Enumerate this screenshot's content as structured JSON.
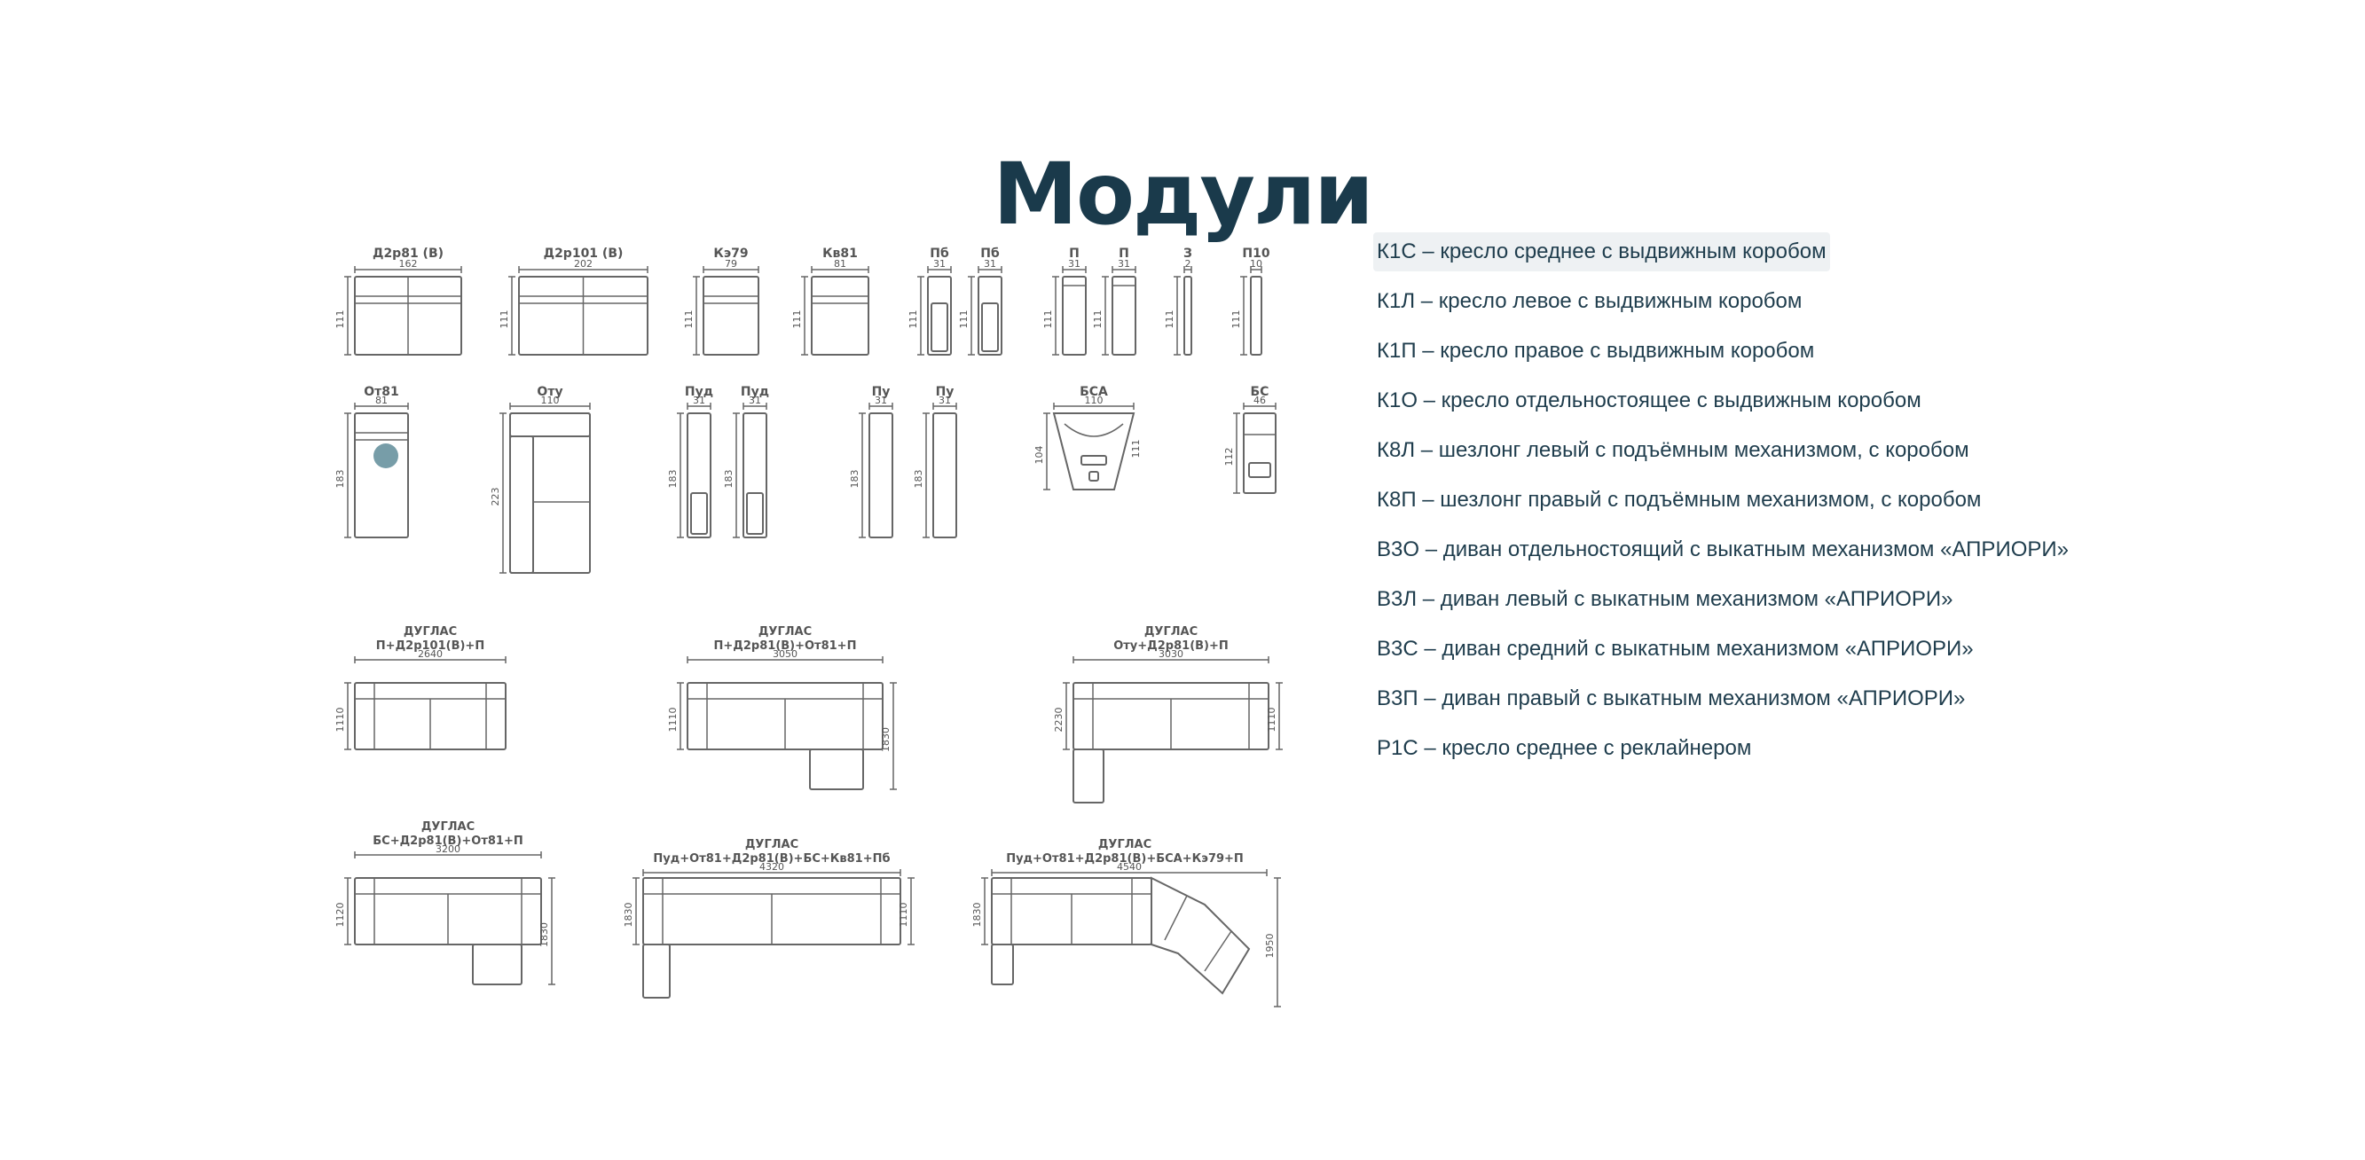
{
  "page": {
    "title": "Модули"
  },
  "modules": [
    {
      "label": "К1С – кресло среднее с выдвижным коробом",
      "active": true
    },
    {
      "label": "К1Л – кресло левое с выдвижным коробом",
      "active": false
    },
    {
      "label": "К1П – кресло правое с выдвижным коробом",
      "active": false
    },
    {
      "label": "К1О – кресло отдельностоящее с выдвижным коробом",
      "active": false
    },
    {
      "label": "К8Л – шезлонг левый с подъёмным механизмом, с коробом",
      "active": false
    },
    {
      "label": "К8П – шезлонг правый с подъёмным механизмом, с коробом",
      "active": false
    },
    {
      "label": "В3О – диван отдельностоящий с выкатным механизмом «АПРИОРИ»",
      "active": false
    },
    {
      "label": "В3Л – диван левый с выкатным механизмом «АПРИОРИ»",
      "active": false
    },
    {
      "label": "В3С – диван средний с выкатным механизмом «АПРИОРИ»",
      "active": false
    },
    {
      "label": "В3П – диван правый с выкатным механизмом «АПРИОРИ»",
      "active": false
    },
    {
      "label": "Р1С – кресло среднее с реклайнером",
      "active": false
    }
  ],
  "drawing": {
    "modules_row1": [
      {
        "name": "Д2р81 (В)",
        "width": "162",
        "depth": "111"
      },
      {
        "name": "Д2р101 (В)",
        "width": "202",
        "depth": "111"
      },
      {
        "name": "Кэ79",
        "width": "79",
        "depth": "111"
      },
      {
        "name": "Кв81",
        "width": "81",
        "depth": "111"
      },
      {
        "name": "Пб",
        "width": "31",
        "depth": "111"
      },
      {
        "name": "Пб",
        "width": "31",
        "depth": "111"
      },
      {
        "name": "П",
        "width": "31",
        "depth": "111"
      },
      {
        "name": "П",
        "width": "31",
        "depth": "111"
      },
      {
        "name": "З",
        "width": "2",
        "depth": "111"
      },
      {
        "name": "П10",
        "width": "10",
        "depth": "111"
      }
    ],
    "modules_row2": [
      {
        "name": "От81",
        "width": "81",
        "depth": "183"
      },
      {
        "name": "Оту",
        "width": "110",
        "depth": "223"
      },
      {
        "name": "Пуд",
        "width": "31",
        "depth": "183"
      },
      {
        "name": "Пуд",
        "width": "31",
        "depth": "183"
      },
      {
        "name": "Пу",
        "width": "31",
        "depth": "183"
      },
      {
        "name": "Пу",
        "width": "31",
        "depth": "183"
      },
      {
        "name": "БСА",
        "width": "110",
        "depth": "104",
        "side": "111"
      },
      {
        "name": "БС",
        "width": "46",
        "depth": "112"
      }
    ],
    "combos": [
      {
        "series": "ДУГЛАС",
        "formula": "П+Д2р101(В)+П",
        "width": "2640",
        "depth": "1110"
      },
      {
        "series": "ДУГЛАС",
        "formula": "П+Д2р81(В)+От81+П",
        "width": "3050",
        "depth": "1110",
        "depth2": "1830"
      },
      {
        "series": "ДУГЛАС",
        "formula": "Оту+Д2р81(В)+П",
        "width": "3030",
        "depth": "2230",
        "depth2": "1110"
      },
      {
        "series": "ДУГЛАС",
        "formula": "БС+Д2р81(В)+От81+П",
        "width": "3200",
        "depth": "1120",
        "depth2": "1830"
      },
      {
        "series": "ДУГЛАС",
        "formula": "Пуд+От81+Д2р81(В)+БС+Кв81+Пб",
        "width": "4320",
        "depth": "1830",
        "depth2": "1110"
      },
      {
        "series": "ДУГЛАС",
        "formula": "Пуд+От81+Д2р81(В)+БСА+Кэ79+П",
        "width": "4540",
        "depth": "1830",
        "depth2": "1950"
      }
    ]
  },
  "colors": {
    "title": "#1a3a4b",
    "text": "#1f3d4d",
    "line": "#666666",
    "marker": "#5f8c99",
    "active_bg": "#eef1f3"
  }
}
